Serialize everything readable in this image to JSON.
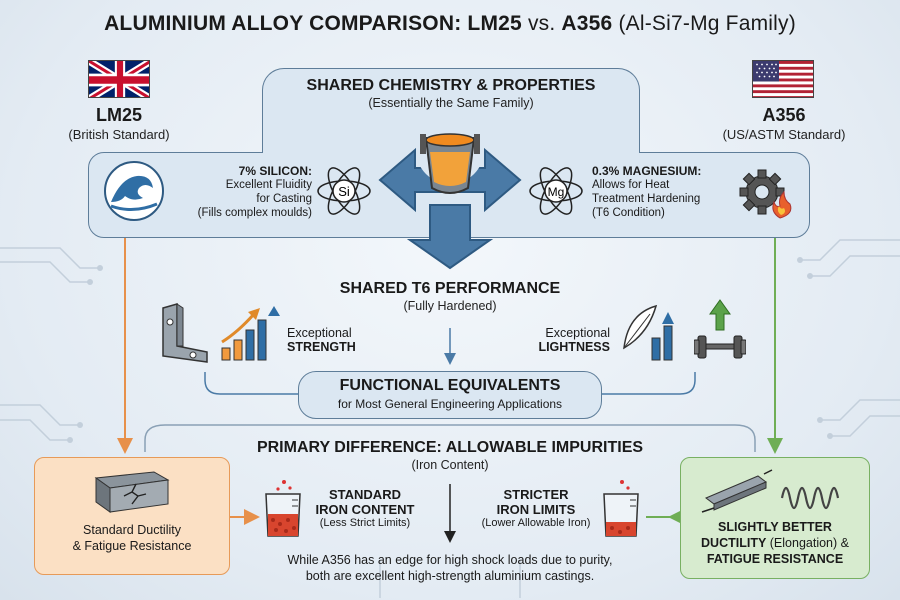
{
  "title": {
    "main": "ALUMINIUM ALLOY COMPARISON: LM25",
    "vs": " vs. ",
    "alloy2": "A356",
    "family": " (Al-Si7-Mg Family)"
  },
  "left_alloy": {
    "name": "LM25",
    "standard": "(British Standard)",
    "flag": "uk-flag-icon"
  },
  "right_alloy": {
    "name": "A356",
    "standard": "(US/ASTM Standard)",
    "flag": "us-flag-icon"
  },
  "shared": {
    "heading": "SHARED CHEMISTRY & PROPERTIES",
    "subheading": "(Essentially the Same Family)",
    "silicon": {
      "title": "7% SILICON:",
      "lines": [
        "Excellent Fluidity",
        "for Casting",
        "(Fills complex moulds)"
      ],
      "symbol": "Si"
    },
    "magnesium": {
      "title": "0.3% MAGNESIUM:",
      "lines": [
        "Allows for Heat",
        "Treatment Hardening",
        "(T6 Condition)"
      ],
      "symbol": "Mg"
    }
  },
  "t6": {
    "heading": "SHARED T6 PERFORMANCE",
    "subheading": "(Fully Hardened)",
    "strength": {
      "line1": "Exceptional",
      "line2": "STRENGTH"
    },
    "lightness": {
      "line1": "Exceptional",
      "line2": "LIGHTNESS"
    }
  },
  "functional": {
    "heading": "FUNCTIONAL EQUIVALENTS",
    "subheading": "for Most General Engineering Applications"
  },
  "difference": {
    "heading": "PRIMARY DIFFERENCE: ALLOWABLE IMPURITIES",
    "subheading": "(Iron Content)",
    "left": {
      "line1": "STANDARD",
      "line2": "IRON CONTENT",
      "note": "(Less Strict Limits)"
    },
    "right": {
      "line1": "STRICTER",
      "line2": "IRON LIMITS",
      "note": "(Lower Allowable Iron)"
    },
    "summary_line1": "While A356 has an edge for high shock loads due to purity,",
    "summary_line2": "both are excellent high-strength aluminium castings."
  },
  "left_result": {
    "line1": "Standard Ductility",
    "line2": "& Fatigue Resistance"
  },
  "right_result": {
    "line1": "SLIGHTLY BETTER",
    "line2_bold": "DUCTILITY",
    "line2_normal": " (Elongation) &",
    "line3": "FATIGUE RESISTANCE"
  },
  "colors": {
    "blue_arrow": "#4a7aa6",
    "orange": "#e7904a",
    "green": "#6fae55",
    "box_blue": "#dbe7f2"
  }
}
